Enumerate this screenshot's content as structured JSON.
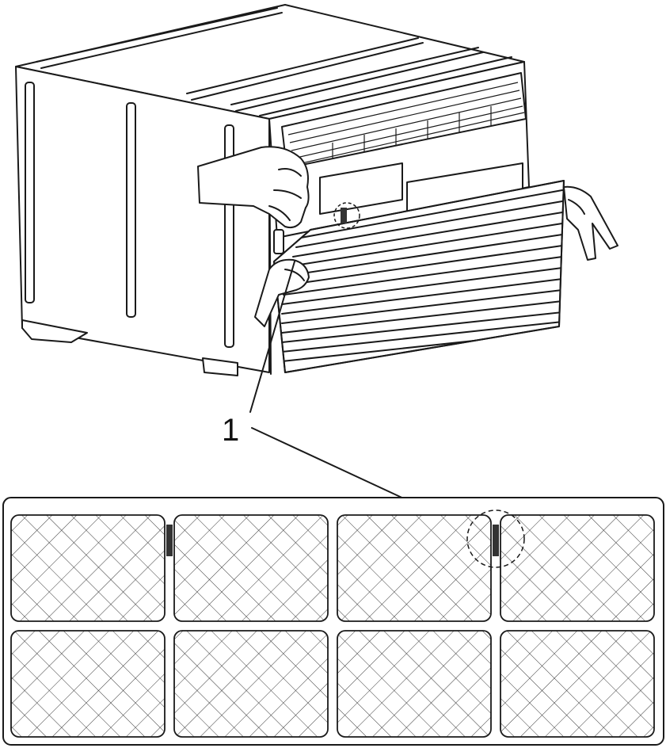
{
  "callout": {
    "number": "1"
  },
  "colors": {
    "line": "#1a1a1a",
    "tab": "#333333",
    "background": "#ffffff"
  },
  "filter": {
    "rows": 2,
    "columns": 4
  }
}
